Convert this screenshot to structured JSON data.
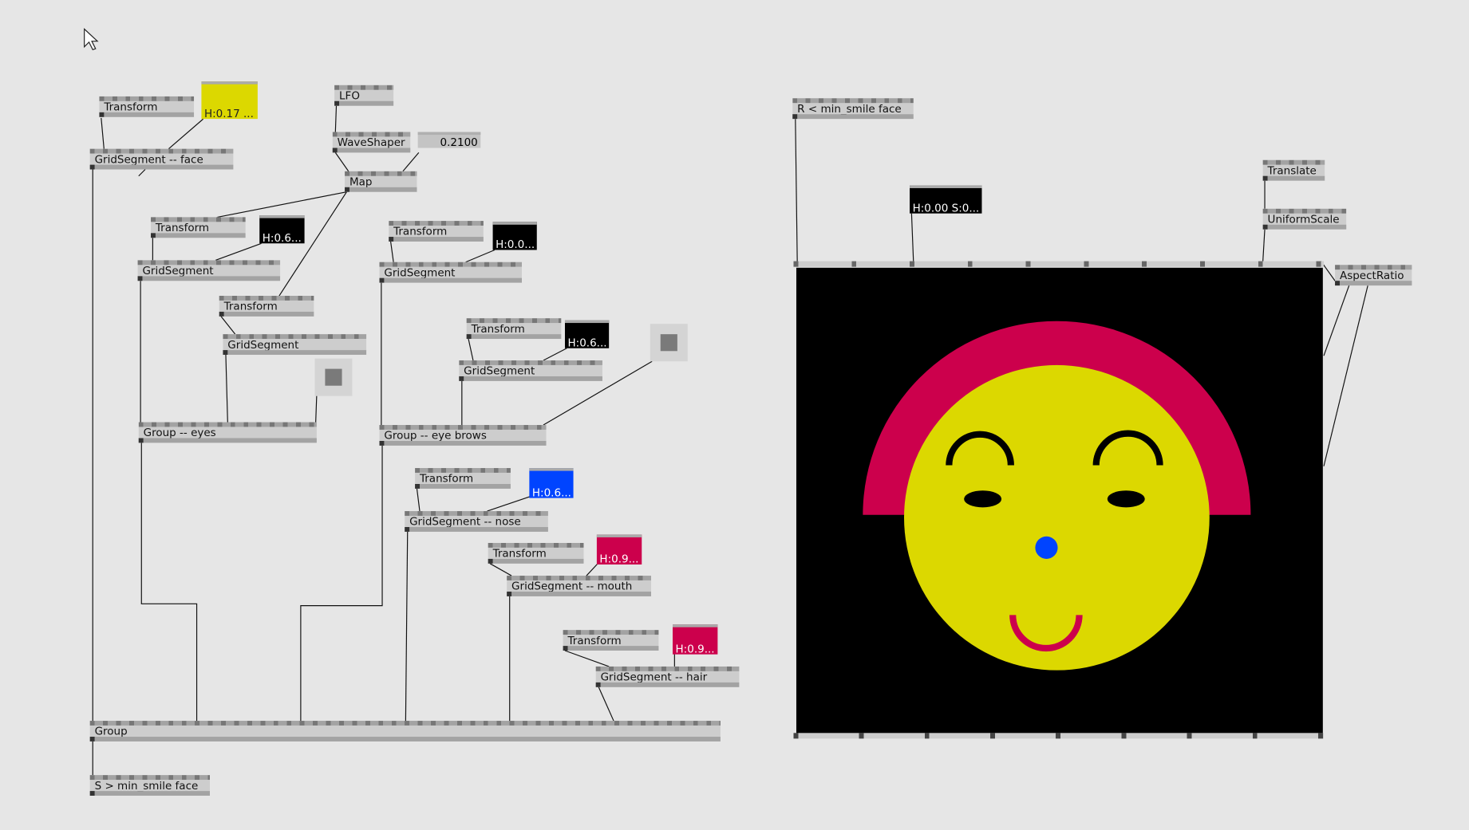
{
  "nodes": {
    "transform_label": "Transform",
    "face_segment": "GridSegment  --  face",
    "face_color": "H:0.17  ...",
    "lfo": "LFO",
    "waveshaper": "WaveShaper",
    "waveshaper_value": "0.2100",
    "map": "Map",
    "grid_segment": "GridSegment",
    "eyes_color_left": "H:0.6...",
    "eyebrows_color": "H:0.0...",
    "eyes_color_right": "H:0.6...",
    "group_eyes": "Group  --  eyes",
    "group_eyebrows": "Group  --  eye brows",
    "nose_segment": "GridSegment  --  nose",
    "nose_color": "H:0.6...",
    "mouth_segment": "GridSegment  --  mouth",
    "mouth_color": "H:0.9...",
    "hair_segment": "GridSegment  --  hair",
    "hair_color": "H:0.9...",
    "group": "Group",
    "send": "S  >  min_smile face",
    "receive": "R  <  min_smile face",
    "bg_color": "H:0.00  S:0...",
    "translate": "Translate",
    "uniform_scale": "UniformScale",
    "aspect_ratio": "AspectRatio"
  },
  "colors": {
    "face": "#dcd800",
    "hair": "#cc004c",
    "nose": "#0044ff",
    "background": "#000000"
  }
}
